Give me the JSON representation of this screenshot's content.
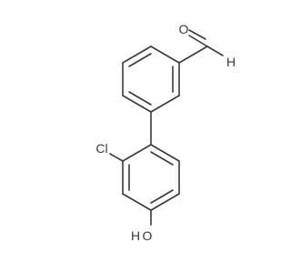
{
  "molecule": {
    "atoms": {
      "oxygen_carbonyl": "O",
      "hydrogen_aldehyde": "H",
      "chlorine": "Cl",
      "hydroxyl_oxygen": "O",
      "hydroxyl_hydrogen": "H"
    },
    "colors": {
      "bond": "#3a3a3a",
      "label": "#3a3a3a",
      "background": "#ffffff"
    }
  }
}
